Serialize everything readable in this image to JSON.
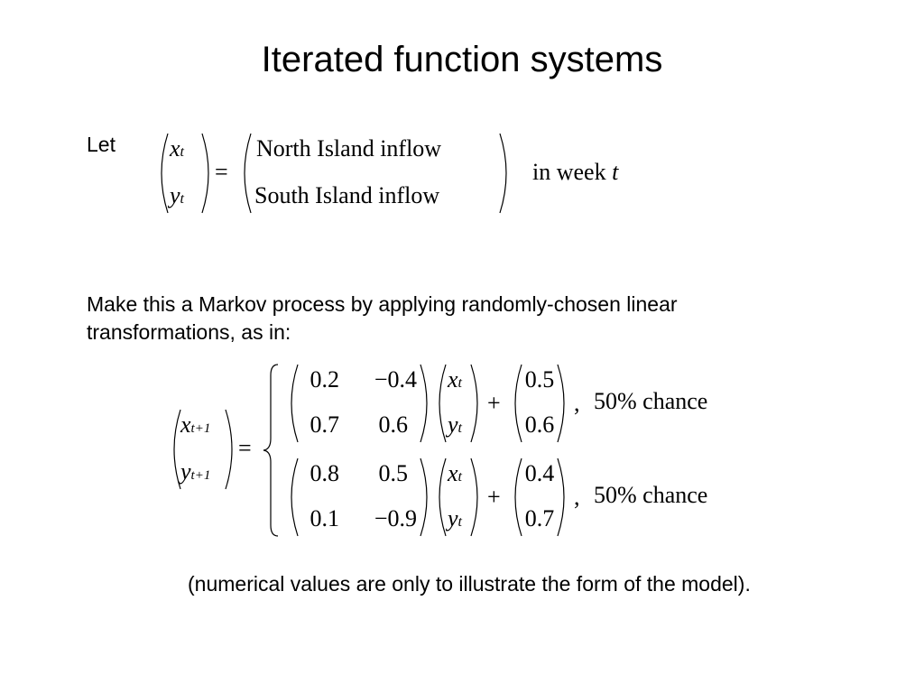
{
  "slide": {
    "title": "Iterated function systems",
    "let_label": "Let",
    "x_symbol": "x",
    "y_symbol": "y",
    "sub_t": "t",
    "sub_t1": "t+1",
    "equals": "=",
    "north_inflow": "North Island inflow",
    "south_inflow": "South Island inflow",
    "in_week": "in week",
    "week_var": "t",
    "markov_text_line1": "Make this a Markov process by applying randomly-chosen linear",
    "markov_text_line2": "transformations, as in:",
    "plus": "+",
    "comma": ",",
    "footnote": "(numerical values are only to illustrate the form of the model)."
  },
  "transforms": [
    {
      "matrix": [
        [
          "0.2",
          "−0.4"
        ],
        [
          "0.7",
          "0.6"
        ]
      ],
      "offset": [
        "0.5",
        "0.6"
      ],
      "chance": "50% chance"
    },
    {
      "matrix": [
        [
          "0.8",
          "0.5"
        ],
        [
          "0.1",
          "−0.9"
        ]
      ],
      "offset": [
        "0.4",
        "0.7"
      ],
      "chance": "50% chance"
    }
  ]
}
